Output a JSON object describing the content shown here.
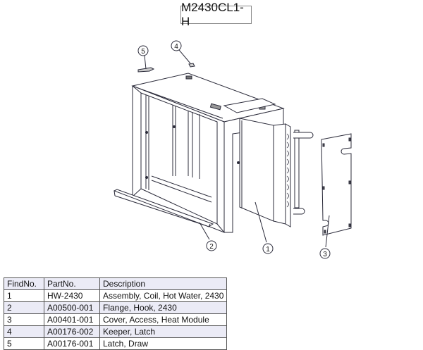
{
  "title": "M2430CL1-H",
  "drawing": {
    "callouts": [
      {
        "id": "1",
        "label": "1",
        "part": "Assembly, Coil, Hot Water"
      },
      {
        "id": "2",
        "label": "2",
        "part": "Flange, Hook"
      },
      {
        "id": "3",
        "label": "3",
        "part": "Cover, Access"
      },
      {
        "id": "4",
        "label": "4",
        "part": "Keeper, Latch"
      },
      {
        "id": "5",
        "label": "5",
        "part": "Latch, Draw"
      }
    ],
    "line_color": "#2b2b3a"
  },
  "table": {
    "headers": [
      "FindNo.",
      "PartNo.",
      "Description"
    ],
    "rows": [
      {
        "find_no": "1",
        "part_no": "HW-2430",
        "description": "Assembly, Coil, Hot Water, 2430"
      },
      {
        "find_no": "2",
        "part_no": "A00500-001",
        "description": "Flange, Hook, 2430"
      },
      {
        "find_no": "3",
        "part_no": "A00401-001",
        "description": "Cover, Access, Heat Module"
      },
      {
        "find_no": "4",
        "part_no": "A00176-002",
        "description": "Keeper, Latch"
      },
      {
        "find_no": "5",
        "part_no": "A00176-001",
        "description": "Latch, Draw"
      }
    ],
    "shade_color": "#ebebf6"
  }
}
